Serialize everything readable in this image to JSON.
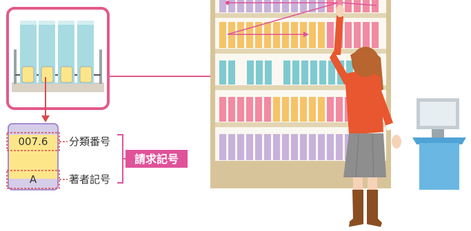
{
  "book_label": {
    "class_number": "007.6",
    "author_mark": "A"
  },
  "annotations": {
    "class_number_label": "分類番号",
    "author_mark_label": "著者記号",
    "call_number_label": "請求記号"
  },
  "colors": {
    "accent_pink": "#e0529a",
    "callout_border": "#e35a8a",
    "label_yellow": "#fde68a",
    "label_border": "#a78bd2",
    "shelf_wood": "#d8c49a",
    "book_teal": "#7ecad0",
    "book_pink": "#f28aa2",
    "book_orange": "#f6c368",
    "book_purple": "#c8b2dc",
    "kiosk_blue": "#6ab7e3"
  }
}
